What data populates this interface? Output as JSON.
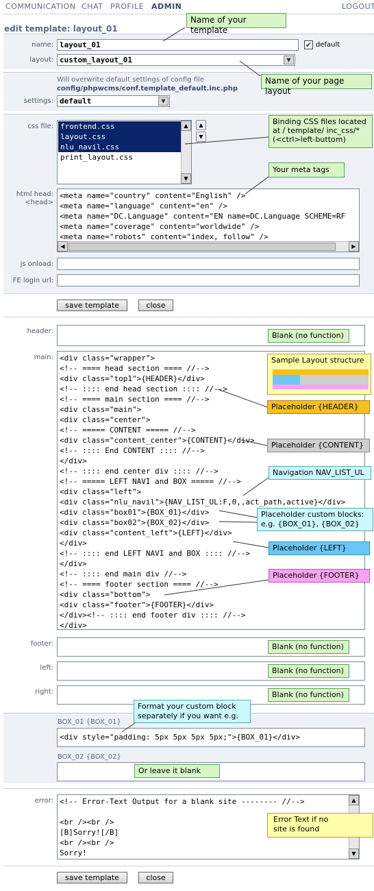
{
  "nav": {
    "communication": "COMMUNICATION",
    "chat": "CHAT",
    "profile": "PROFILE",
    "admin": "ADMIN",
    "logout": "LOGOUT"
  },
  "page_title": "edit template: layout_01",
  "form": {
    "name_label": "name:",
    "name_value": "layout_01",
    "default_label": "default",
    "default_checked": true,
    "layout_label": "layout:",
    "layout_value": "custom_layout_01",
    "overwrite_note": "Will overwrite default settings of config file",
    "config_path": "config/phpwcms/conf.template_default.inc.php",
    "settings_label": "settings:",
    "settings_value": "default",
    "css_label": "css file:",
    "css_files": [
      "frontend.css",
      "layout.css",
      "nlu_navil.css",
      "print_layout.css"
    ],
    "css_selected": [
      true,
      true,
      true,
      false
    ],
    "htmlhead_label1": "html head:",
    "htmlhead_label2": "<head>",
    "htmlhead_lines": [
      "<meta name=\"country\" content=\"English\" />",
      "<meta name=\"language\" content=\"en\" />",
      "<meta name=\"DC.Language\" content=\"EN name=DC.Language SCHEME=RF",
      "<meta name=\"coverage\" content=\"worldwide\" />",
      "<meta name=\"robots\" content=\"index, follow\" />"
    ],
    "jsonload_label": "js onload:",
    "felogin_label": "FE login url:",
    "save_label": "save template",
    "close_label": "close",
    "header_label": "header:",
    "main_label": "main:",
    "main_lines": [
      "<div class=\"wrapper\">",
      "<!-- ==== head section ==== //-->",
      "<div class=\"top1\">{HEADER}</div>",
      "<!-- :::: end head section :::: //-->",
      "<!-- ==== main section ==== //-->",
      "<div class=\"main\">",
      "<div class=\"center\">",
      "<!-- ===== CONTENT ===== //-->",
      "<div class=\"content_center\">{CONTENT}</div>",
      "<!-- :::: End CONTENT :::: //-->",
      "</div>",
      "<!-- :::: end center div :::: //-->",
      "<!-- ===== LEFT NAVI and BOX ===== //-->",
      "<div class=\"left\">",
      "<div class=\"nlu_navil\">{NAV_LIST_UL:F,0,,act_path,active}</div>",
      "<div class=\"box01\">{BOX_01}</div>",
      "<div class=\"box02\">{BOX_02}</div>",
      "<div class=\"content_left\">{LEFT}</div>",
      "</div>",
      "<!-- :::: end LEFT NAVI and BOX :::: //-->",
      "</div>",
      "<!-- :::: end main div //-->",
      "<!-- ==== footer section ==== //-->",
      "<div class=\"bottom\">",
      "<div class=\"footer\">{FOOTER}</div>",
      "</div><!-- :::: end footer div :::: //-->",
      "</div>"
    ],
    "footer_label": "footer:",
    "left_label": "left:",
    "right_label": "right:",
    "box01_label": "BOX_01 {BOX_01}",
    "box01_value": "<div style=\"padding: 5px 5px 5px 5px;\">{BOX_01}</div>",
    "box02_label": "BOX_02 {BOX_02}",
    "error_label": "error:",
    "error_lines": [
      "<!-- Error-Text Output for a blank site -------- //-->",
      "",
      "<br /><br />",
      "[B]Sorry![/B]",
      "<br /><br />",
      "Sorry!"
    ]
  },
  "callouts": {
    "name_tpl": "Name of your template",
    "name_layout": "Name of your page layout",
    "css_binding": [
      "Binding CSS files located",
      "at / template/ inc_css/*",
      "(<ctrl>left-buttom)"
    ],
    "meta_tags": "Your meta tags",
    "blank": "Blank (no function)",
    "sample_layout": "Sample Layout structure",
    "ph_header": "Placeholder {HEADER}",
    "ph_content": "Placeholder {CONTENT}",
    "nav_list": "Navigation NAV_LIST_UL",
    "ph_custom": [
      "Placeholder custom blocks:",
      "e.g. {BOX_01}, {BOX_02}"
    ],
    "ph_left": "Placeholder {LEFT}",
    "ph_footer": "Placeholder {FOOTER}",
    "format_block": [
      "Format your custom block",
      "separately if you want e.g."
    ],
    "leave_blank": "Or leave it blank",
    "error_text": [
      "Error Text if no",
      "site is found"
    ]
  },
  "colors": {
    "section_bg": "#eef2f7",
    "selected_bg": "#0a246a",
    "callout_green": "#d8f5c8",
    "callout_yellow": "#ffffa8",
    "callout_orange": "#f6c020",
    "callout_grey": "#cfcfcf",
    "callout_cyan": "#ccf8ff",
    "callout_blue": "#6cc6f4",
    "callout_pink": "#f7a3f0"
  }
}
